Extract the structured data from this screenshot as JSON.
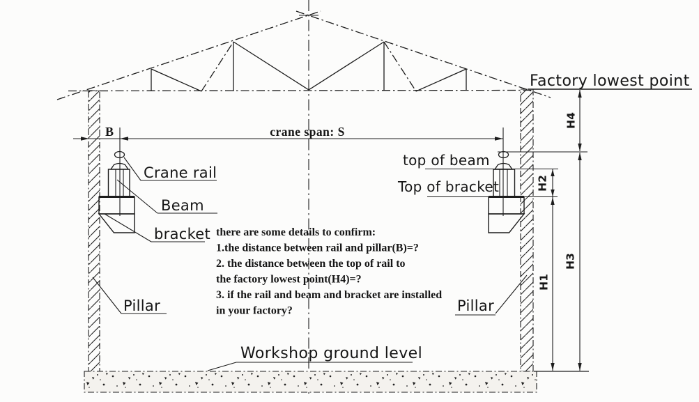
{
  "diagram": {
    "labels": {
      "factory_lowest_point": "Factory lowest point",
      "crane_span": "crane span: S",
      "b_dim": "B",
      "crane_rail": "Crane rail",
      "beam": "Beam",
      "bracket": "bracket",
      "top_of_beam": "top of beam",
      "top_of_bracket": "Top of bracket",
      "pillar_left": "Pillar",
      "pillar_right": "Pillar",
      "workshop_ground_level": "Workshop ground level",
      "h1": "H1",
      "h2": "H2",
      "h3": "H3",
      "h4": "H4"
    },
    "notes": {
      "lines": [
        "there are some details to confirm:",
        "1.the distance between rail and pillar(B)=?",
        "2. the distance between the top of rail to",
        "the factory lowest point(H4)=?",
        "3. if the rail and beam and bracket are installed",
        "in your factory?"
      ]
    },
    "colors": {
      "line": "#1c1c1c",
      "background": "#fcfcfb",
      "foundation_fill": "#f4f2ee"
    }
  }
}
